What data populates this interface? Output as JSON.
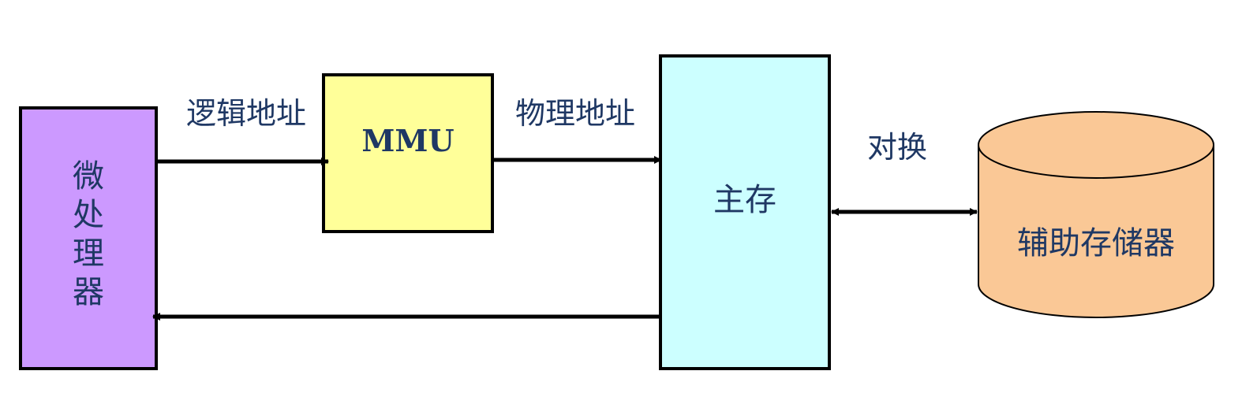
{
  "nodes": {
    "cpu": {
      "label_chars": [
        "微",
        "处",
        "理",
        "器"
      ],
      "fill": "#cc99ff"
    },
    "mmu": {
      "label": "MMU",
      "fill": "#ffff99"
    },
    "main_memory": {
      "label": "主存",
      "fill": "#ccffff"
    },
    "secondary_storage": {
      "label": "辅助存储器",
      "fill": "#fac896"
    }
  },
  "edges": {
    "logical_address": {
      "label": "逻辑地址"
    },
    "physical_address": {
      "label": "物理地址"
    },
    "swap": {
      "label": "对换"
    }
  },
  "colors": {
    "stroke": "#000000",
    "text": "#1f3864"
  }
}
